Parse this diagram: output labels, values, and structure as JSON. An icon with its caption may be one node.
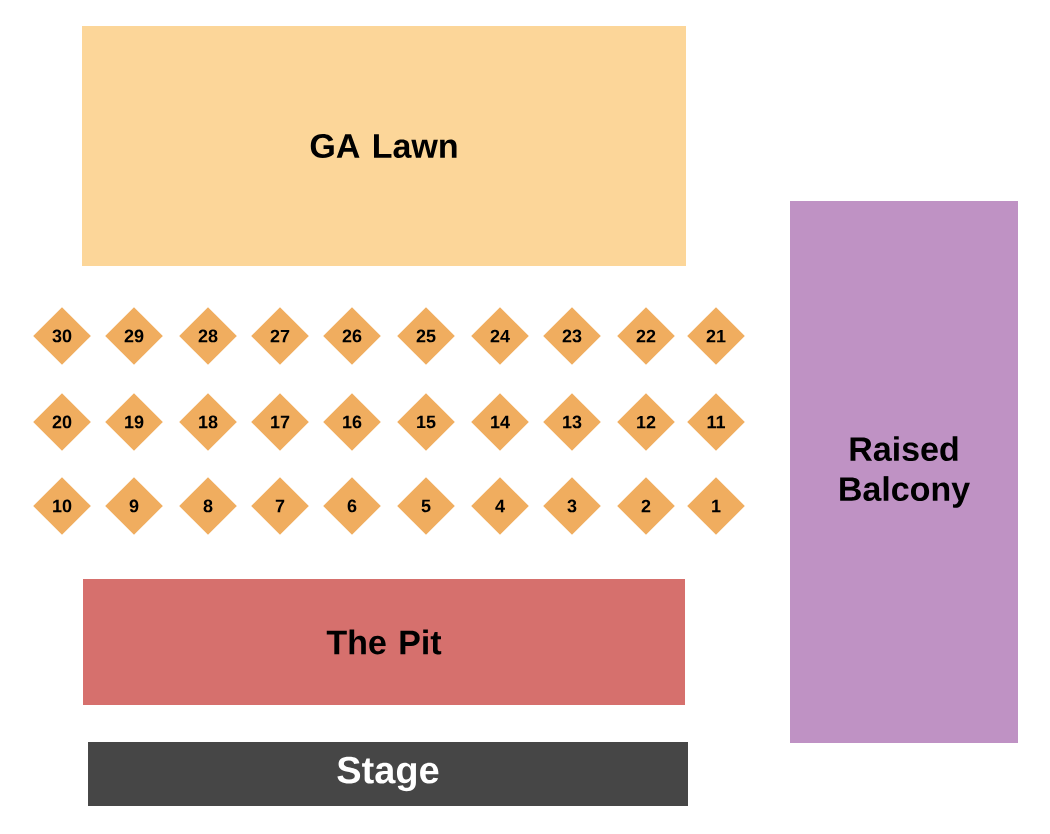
{
  "diagram": {
    "nodes": [
      {
        "text": [
          "GA Lawn"
        ]
      },
      {
        "text": [
          "Raised Balcony"
        ]
      },
      {
        "text": [
          "30"
        ]
      },
      {
        "text": [
          "29"
        ]
      },
      {
        "text": [
          "28"
        ]
      },
      {
        "text": [
          "27"
        ]
      },
      {
        "text": [
          "26"
        ]
      },
      {
        "text": [
          "25"
        ]
      },
      {
        "text": [
          "24"
        ]
      },
      {
        "text": [
          "23"
        ]
      },
      {
        "text": [
          "22"
        ]
      },
      {
        "text": [
          "21"
        ]
      },
      {
        "text": [
          "20"
        ]
      },
      {
        "text": [
          "19"
        ]
      },
      {
        "text": [
          "18"
        ]
      },
      {
        "text": [
          "17"
        ]
      },
      {
        "text": [
          "16"
        ]
      },
      {
        "text": [
          "15"
        ]
      },
      {
        "text": [
          "14"
        ]
      },
      {
        "text": [
          "13"
        ]
      },
      {
        "text": [
          "12"
        ]
      },
      {
        "text": [
          "11"
        ]
      },
      {
        "text": [
          "10"
        ]
      },
      {
        "text": [
          "9"
        ]
      },
      {
        "text": [
          "8"
        ]
      },
      {
        "text": [
          "7"
        ]
      },
      {
        "text": [
          "6"
        ]
      },
      {
        "text": [
          "5"
        ]
      },
      {
        "text": [
          "4"
        ]
      },
      {
        "text": [
          "3"
        ]
      },
      {
        "text": [
          "2"
        ]
      },
      {
        "text": [
          "1"
        ]
      },
      {
        "text": [
          "The Pit"
        ]
      },
      {
        "text": [
          "Stage"
        ]
      }
    ]
  }
}
